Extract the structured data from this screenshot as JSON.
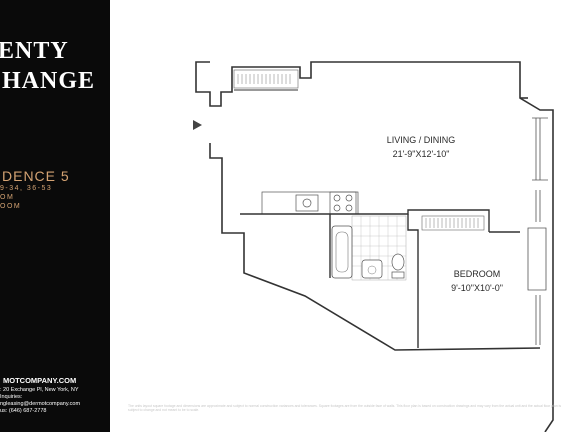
{
  "brand": {
    "line1": "ENTY",
    "line2": "HANGE"
  },
  "residence": {
    "title": "DENCE 5",
    "floors": "9-34, 36-53",
    "line2": "OM",
    "line3": "OOM"
  },
  "contact": {
    "website": "MOTCOMPANY.COM",
    "address": ": 20 Exchange Pl, New York, NY",
    "inquiries_label": "Inquiries:",
    "email": "ngleasing@dermotcompany.com",
    "phone": "us: (646) 687-2778"
  },
  "rooms": {
    "living": {
      "name": "LIVING / DINING",
      "dims": "21'-9\"X12'-10\""
    },
    "bedroom": {
      "name": "BEDROOM",
      "dims": "9'-10\"X10'-0\""
    }
  },
  "disclaimer": "The units layout square footage and dimensions are approximate and subject to normal construction variances and tolerances. Square footages are from the outside face of walls. This floor plan is based on construction drawings and may vary from the actual unit and the actual floor plan is subject to change and not meant to be to scale.",
  "colors": {
    "sidebar": "#0a0a0a",
    "accent": "#d4a373",
    "wall": "#333333",
    "text": "#2a2a2a"
  },
  "icons": {
    "entry": "triangle-arrow-icon"
  }
}
